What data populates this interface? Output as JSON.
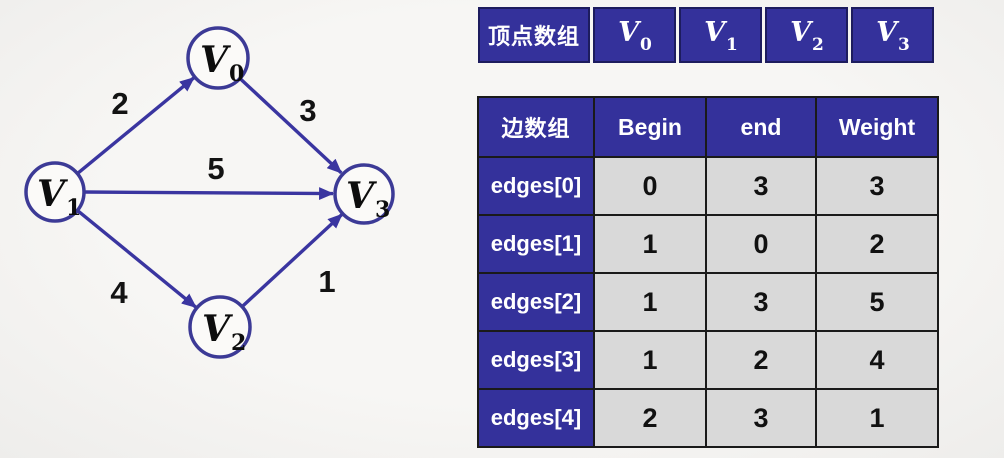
{
  "graph": {
    "nodes": [
      {
        "id": "v0",
        "label": "V",
        "sub": "0"
      },
      {
        "id": "v1",
        "label": "V",
        "sub": "1"
      },
      {
        "id": "v2",
        "label": "V",
        "sub": "2"
      },
      {
        "id": "v3",
        "label": "V",
        "sub": "3"
      }
    ],
    "edges": [
      {
        "from": "v0",
        "to": "v3",
        "weight": "3"
      },
      {
        "from": "v1",
        "to": "v0",
        "weight": "2"
      },
      {
        "from": "v1",
        "to": "v3",
        "weight": "5"
      },
      {
        "from": "v1",
        "to": "v2",
        "weight": "4"
      },
      {
        "from": "v2",
        "to": "v3",
        "weight": "1"
      }
    ]
  },
  "vertex_table": {
    "header": "顶点数组",
    "cells": [
      {
        "label": "V",
        "sub": "0"
      },
      {
        "label": "V",
        "sub": "1"
      },
      {
        "label": "V",
        "sub": "2"
      },
      {
        "label": "V",
        "sub": "3"
      }
    ]
  },
  "edge_table": {
    "header": "边数组",
    "columns": [
      "Begin",
      "end",
      "Weight"
    ],
    "rows": [
      {
        "label": "edges[0]",
        "begin": "0",
        "end": "3",
        "weight": "3"
      },
      {
        "label": "edges[1]",
        "begin": "1",
        "end": "0",
        "weight": "2"
      },
      {
        "label": "edges[2]",
        "begin": "1",
        "end": "3",
        "weight": "5"
      },
      {
        "label": "edges[3]",
        "begin": "1",
        "end": "2",
        "weight": "4"
      },
      {
        "label": "edges[4]",
        "begin": "2",
        "end": "3",
        "weight": "1"
      }
    ]
  },
  "colors": {
    "table_blue": "#34319b",
    "table_cell_gray": "#d9d9d9",
    "edge_indigo": "#3a35a0",
    "border_dark": "#1a1a1a",
    "background": "#f5f4f1"
  }
}
